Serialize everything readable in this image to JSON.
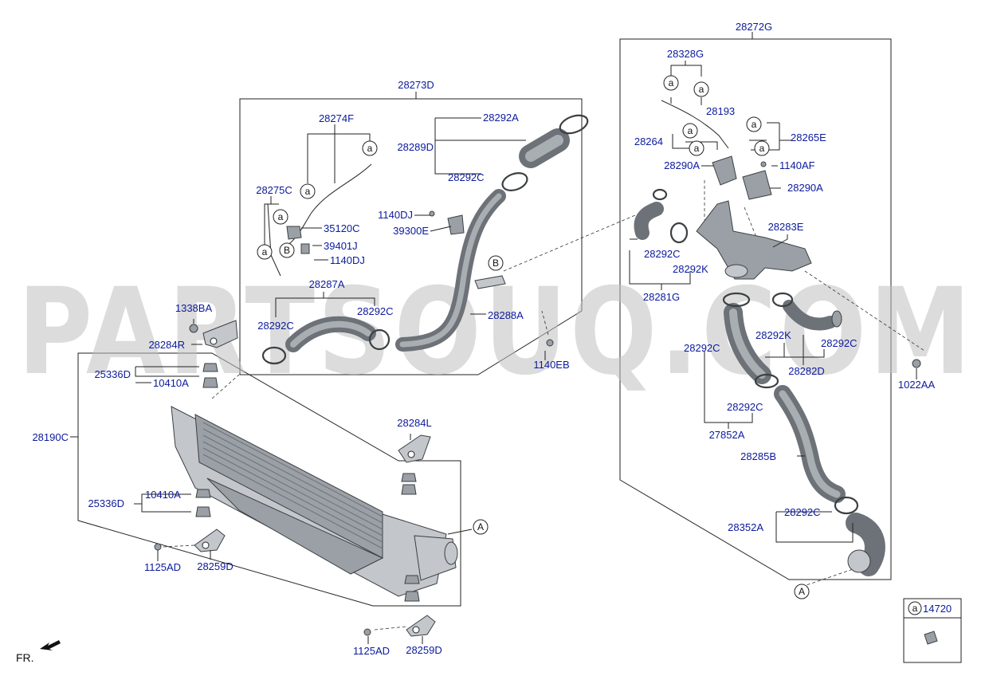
{
  "watermark": "PARTSOUQ.COM",
  "direction_label": "FR.",
  "legend": {
    "symbol": "a",
    "part_no": "14720"
  },
  "refs": {
    "a": "a",
    "A": "A",
    "B": "B"
  },
  "labels": {
    "l28273D": "28273D",
    "l28274F": "28274F",
    "l28275C": "28275C",
    "l35120C": "35120C",
    "l39401J": "39401J",
    "l1140DJ_a": "1140DJ",
    "l1140DJ_b": "1140DJ",
    "l39300E": "39300E",
    "l28292A": "28292A",
    "l28289D": "28289D",
    "l28292C_a": "28292C",
    "l28287A": "28287A",
    "l28292C_b": "28292C",
    "l28292C_c": "28292C",
    "l28288A": "28288A",
    "l1140EB": "1140EB",
    "l1338BA": "1338BA",
    "l28284R": "28284R",
    "l25336D_a": "25336D",
    "l10410A_a": "10410A",
    "l28190C": "28190C",
    "l28284L": "28284L",
    "l10410A_b": "10410A",
    "l25336D_b": "25336D",
    "l1125AD_a": "1125AD",
    "l28259D_a": "28259D",
    "l1125AD_b": "1125AD",
    "l28259D_b": "28259D",
    "l28272G": "28272G",
    "l28328G": "28328G",
    "l28193": "28193",
    "l28264": "28264",
    "l28265E": "28265E",
    "l28290A_a": "28290A",
    "l1140AF": "1140AF",
    "l28290A_b": "28290A",
    "l28283E": "28283E",
    "l28292C_d": "28292C",
    "l28292K_a": "28292K",
    "l28281G": "28281G",
    "l28292K_b": "28292K",
    "l28292C_e": "28292C",
    "l28292C_f": "28292C",
    "l28282D": "28282D",
    "l28292C_g": "28292C",
    "l27852A": "27852A",
    "l28285B": "28285B",
    "l28292C_h": "28292C",
    "l28352A": "28352A",
    "l1022AA": "1022AA"
  }
}
